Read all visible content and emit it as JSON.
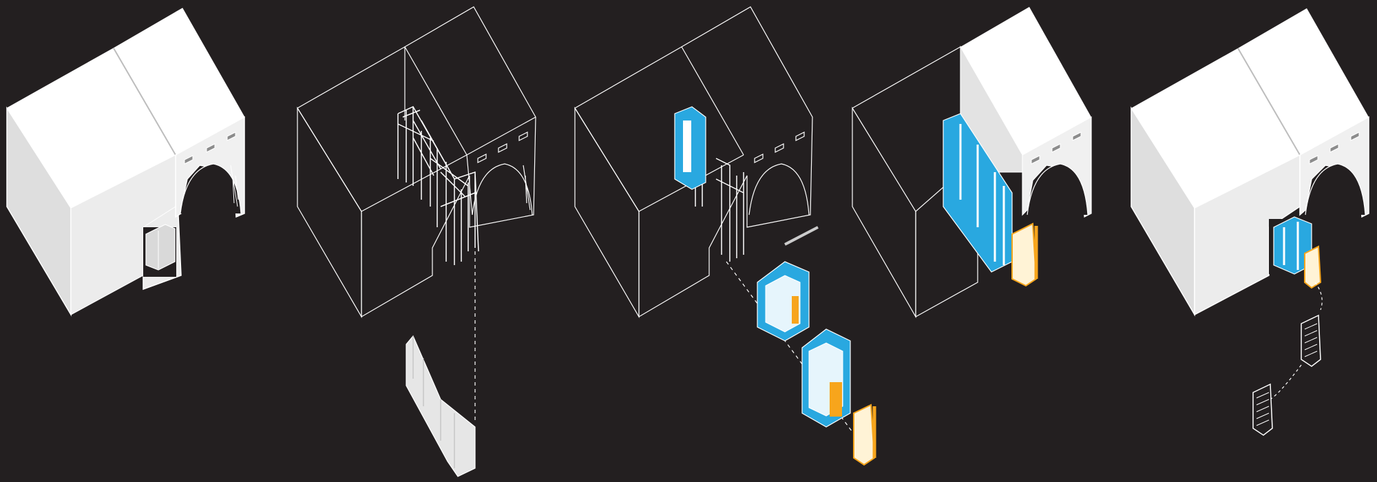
{
  "colors": {
    "background": "#231f20",
    "line": "#ffffff",
    "roof_light": "#ffffff",
    "wall_front": "#ececec",
    "wall_side": "#dcdcdc",
    "shadow": "#c8c8c8",
    "accent_blue": "#29a8e0",
    "accent_orange": "#f7a51c",
    "accent_cream": "#fff3d6"
  },
  "panels": [
    {
      "id": "step-1",
      "style": "solid"
    },
    {
      "id": "step-2",
      "style": "wireframe-frame"
    },
    {
      "id": "step-3",
      "style": "wireframe-modules"
    },
    {
      "id": "step-4",
      "style": "partial-solid"
    },
    {
      "id": "step-5",
      "style": "solid-final"
    }
  ]
}
